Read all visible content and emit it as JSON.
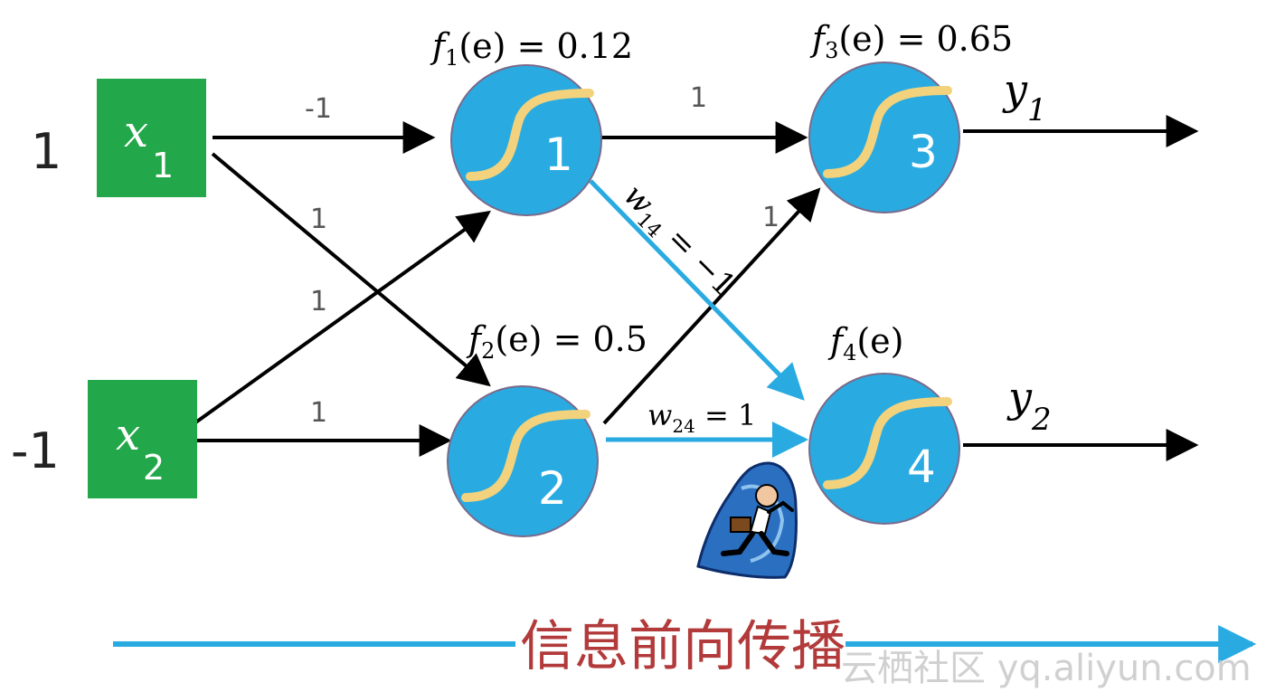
{
  "inputs": {
    "x1": {
      "value": "1",
      "var": "x",
      "sub": "1"
    },
    "x2": {
      "value": "-1",
      "var": "x",
      "sub": "2"
    }
  },
  "neurons": {
    "n1": {
      "number": "1",
      "f": "f",
      "fsub": "1",
      "arg": "(e)",
      "eq": " = 0.12"
    },
    "n2": {
      "number": "2",
      "f": "f",
      "fsub": "2",
      "arg": "(e)",
      "eq": " = 0.5"
    },
    "n3": {
      "number": "3",
      "f": "f",
      "fsub": "3",
      "arg": "(e)",
      "eq": " = 0.65"
    },
    "n4": {
      "number": "4",
      "f": "f",
      "fsub": "4",
      "arg": "(e)",
      "eq": ""
    }
  },
  "weights": {
    "x1_n1": "-1",
    "x1_n2": "1",
    "x2_n1": "1",
    "x2_n2": "1",
    "n1_n3": "1",
    "n2_n3": "1",
    "w14": {
      "var": "w",
      "sub": "14",
      "eq": " = −1"
    },
    "w24": {
      "var": "w",
      "sub": "24",
      "eq": " = 1"
    }
  },
  "outputs": {
    "y1": {
      "var": "y",
      "sub": "1"
    },
    "y2": {
      "var": "y",
      "sub": "2"
    }
  },
  "caption": "信息前向传播",
  "watermark": "云栖社区 yq.aliyun.com",
  "colors": {
    "input_box": "#22a84a",
    "neuron_fill": "#29abe2",
    "neuron_stroke": "#7a6a8a",
    "sigmoid_curve": "#f2d27c",
    "highlight_arrow": "#29abe2",
    "caption_text": "#b23a3a"
  }
}
